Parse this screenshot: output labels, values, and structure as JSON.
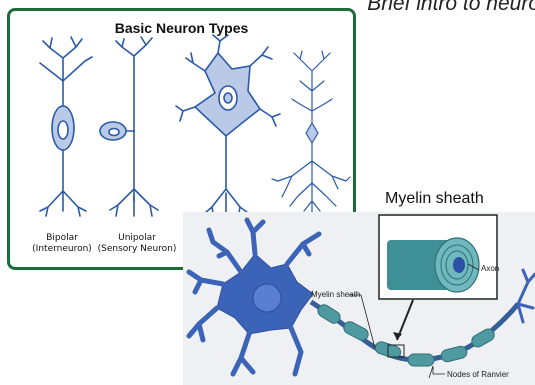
{
  "page": {
    "title": "Brief intro to neuro"
  },
  "panel": {
    "heading": "Basic Neuron Types",
    "types": [
      {
        "line1": "Bipolar",
        "line2": "(Interneuron)"
      },
      {
        "line1": "Unipolar",
        "line2": "(Sensory Neuron)"
      }
    ]
  },
  "myelin": {
    "heading": "Myelin sheath",
    "labels": {
      "axon": "Axon",
      "myelin_sheath": "Myelin sheath",
      "nodes": "Nodes of Ranvier"
    }
  },
  "colors": {
    "frame": "#1f6b3a",
    "neuron_stroke": "#2a5aa8",
    "neuron_fill": "#b9c9e6",
    "cell_body": "#3b63b8",
    "sheath": "#4f9aa0"
  }
}
